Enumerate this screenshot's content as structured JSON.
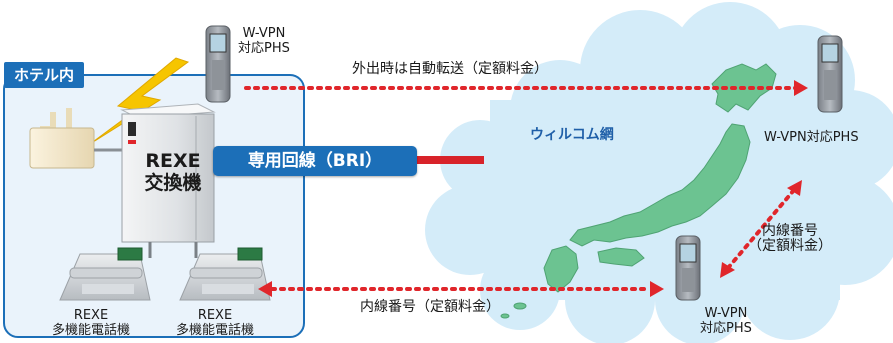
{
  "hotel_label": "ホテル内",
  "pbx": {
    "line1": "REXE",
    "line2": "交換機"
  },
  "leased_line_label": "専用回線（BRI）",
  "network_label": "ウィルコム網",
  "phs_top": {
    "line1": "W-VPN",
    "line2": "対応PHS"
  },
  "phs_right": {
    "line1": "W-VPN対応PHS"
  },
  "phs_bottom": {
    "line1": "W-VPN",
    "line2": "対応PHS"
  },
  "phone_left": {
    "line1": "REXE",
    "line2": "多機能電話機"
  },
  "phone_right": {
    "line1": "REXE",
    "line2": "多機能電話機"
  },
  "arrow_top_label": "外出時は自動転送（定額料金）",
  "arrow_bottom_label": "内線番号（定額料金）",
  "arrow_diag_label": {
    "line1": "内線番号",
    "line2": "（定額料金）"
  },
  "colors": {
    "accent_blue": "#1c6fb8",
    "line_red": "#d8232a",
    "dotted_red": "#e0262b",
    "cloud_blue": "#d4ecf9",
    "map_green": "#6cc391",
    "hotel_box": "#eaf3fb"
  }
}
